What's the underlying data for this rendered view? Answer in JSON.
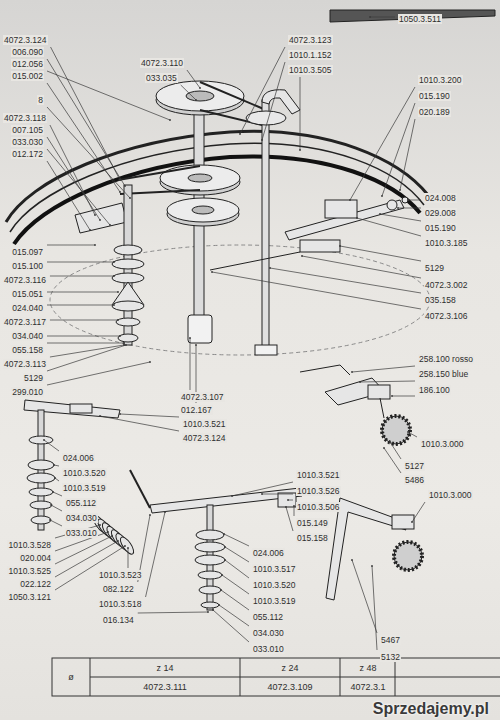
{
  "diagram": {
    "labels": [
      "4072.3.124",
      "006.090",
      "012.056",
      "015.002",
      "8",
      "4072.3.118",
      "007.105",
      "033.030",
      "012.172",
      "015.097",
      "015.100",
      "4072.3.116",
      "015.051",
      "024.040",
      "4072.3.117",
      "034.040",
      "055.158",
      "4072.3.113",
      "5129",
      "299.010",
      "4072.3.110",
      "033.035",
      "4072.3.123",
      "1010.1.152",
      "1010.3.505",
      "1050.3.511",
      "1010.3.200",
      "015.190",
      "020.189",
      "024.008",
      "029.008",
      "015.190",
      "1010.3.185",
      "5129",
      "4072.3.002",
      "035.158",
      "4072.3.106",
      "258.100 rosso",
      "258.150 blue",
      "186.100",
      "1010.3.000",
      "5127",
      "5486",
      "1010.3.000",
      "5467",
      "5132",
      "4072.3.107",
      "012.167",
      "1010.3.521",
      "4072.3.124",
      "1010.3.521",
      "1010.3.526",
      "1010.3.506",
      "015.149",
      "015.158",
      "024.006",
      "1010.3.517",
      "1010.3.520",
      "1010.3.519",
      "055.112",
      "034.030",
      "033.010",
      "024.006",
      "1010.3.520",
      "1010.3.519",
      "055.112",
      "034.030",
      "033.010",
      "1010.3.528",
      "020.004",
      "1010.3.525",
      "022.122",
      "1050.3.121",
      "1010.3.523",
      "082.122",
      "1010.3.518",
      "016.134",
      "ø",
      "z 14",
      "z 24",
      "z 48",
      "4072.3.111",
      "4072.3.109",
      "4072.3.1",
      "Sprzedajemy.pl"
    ]
  }
}
